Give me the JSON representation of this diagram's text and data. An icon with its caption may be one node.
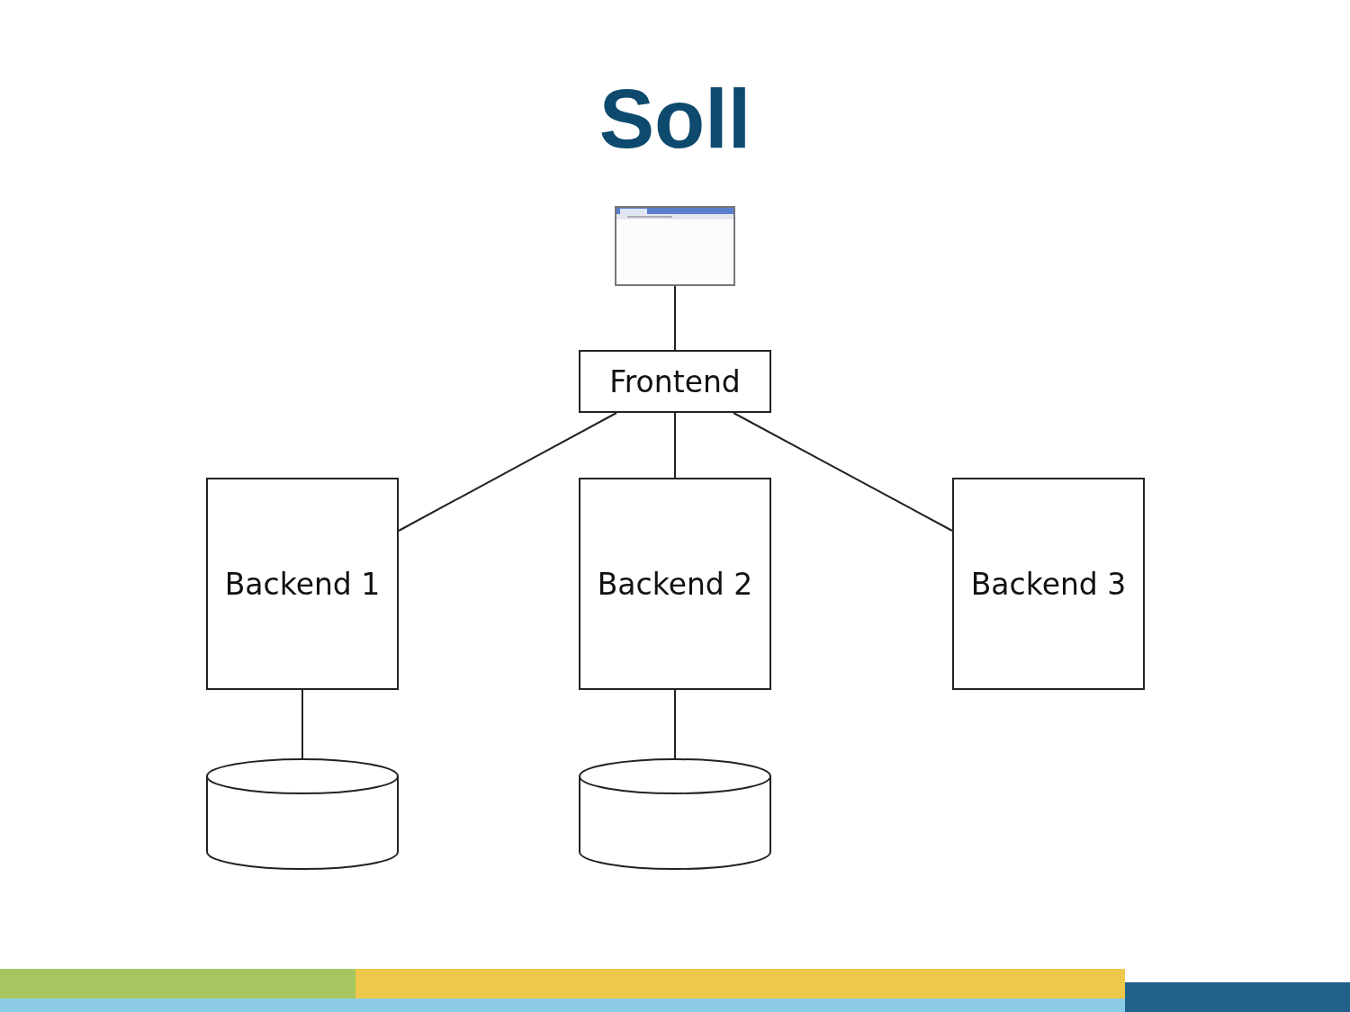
{
  "diagram": {
    "title": "Soll",
    "nodes": [
      {
        "text": [],
        "shape": "picture"
      },
      {
        "text": [
          "Frontend"
        ]
      },
      {
        "text": [
          "Backend 1"
        ]
      },
      {
        "text": [
          "Backend 2"
        ]
      },
      {
        "text": [
          "Backend 3"
        ]
      },
      {
        "text": [],
        "shape": "cylinder"
      },
      {
        "text": [],
        "shape": "cylinder"
      }
    ],
    "edges": [
      {
        "from": 0,
        "to": 1,
        "arrow": "none"
      },
      {
        "from": 1,
        "to": 2,
        "arrow": "none"
      },
      {
        "from": 1,
        "to": 3,
        "arrow": "none"
      },
      {
        "from": 1,
        "to": 4,
        "arrow": "none"
      },
      {
        "from": 2,
        "to": 5,
        "arrow": "none"
      },
      {
        "from": 3,
        "to": 6,
        "arrow": "none"
      }
    ]
  }
}
